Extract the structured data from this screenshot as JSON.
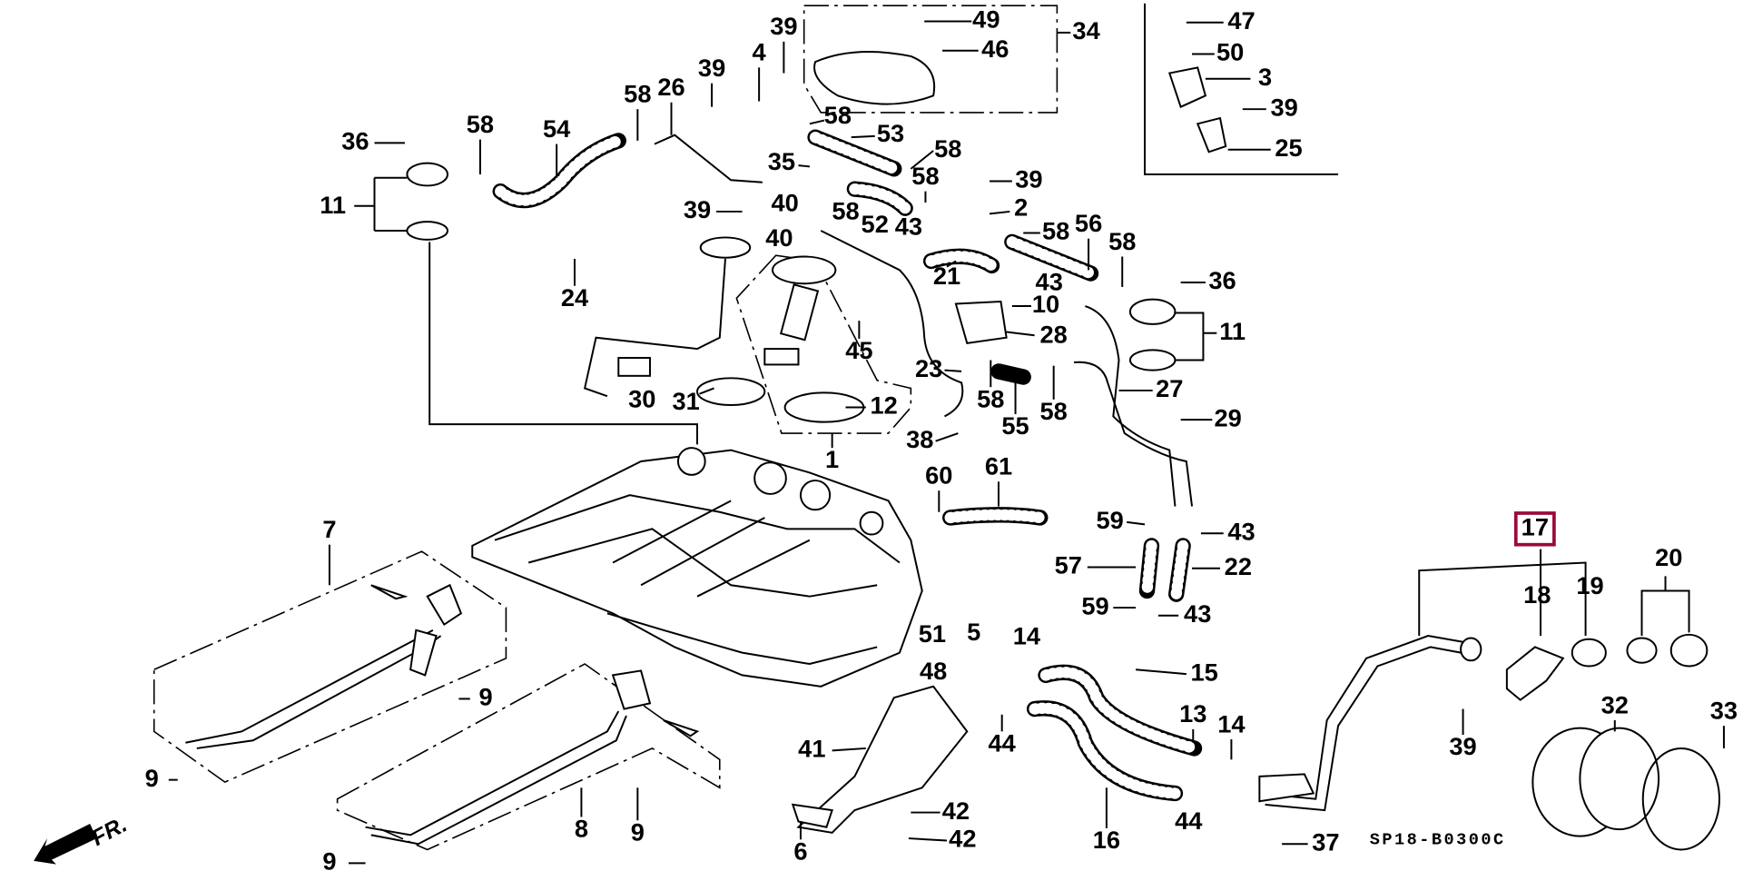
{
  "diagram": {
    "diagram_code": "SP18-B0300C",
    "direction_label": "FR.",
    "highlighted_part": "17",
    "highlight_color": "#9b0a3a",
    "callouts": [
      "39",
      "49",
      "34",
      "4",
      "46",
      "39",
      "58",
      "26",
      "58",
      "36",
      "58",
      "54",
      "53",
      "58",
      "35",
      "58",
      "39",
      "11",
      "39",
      "40",
      "58",
      "52",
      "43",
      "2",
      "58",
      "56",
      "58",
      "40",
      "24",
      "21",
      "43",
      "36",
      "10",
      "28",
      "11",
      "45",
      "23",
      "30",
      "31",
      "12",
      "58",
      "55",
      "58",
      "27",
      "29",
      "38",
      "1",
      "47",
      "50",
      "3",
      "39",
      "25",
      "60",
      "61",
      "59",
      "43",
      "57",
      "22",
      "59",
      "43",
      "7",
      "5",
      "51",
      "48",
      "14",
      "15",
      "9",
      "41",
      "13",
      "14",
      "44",
      "9",
      "8",
      "9",
      "42",
      "42",
      "6",
      "16",
      "44",
      "37",
      "9",
      "17",
      "18",
      "19",
      "20",
      "39",
      "32",
      "33"
    ]
  }
}
